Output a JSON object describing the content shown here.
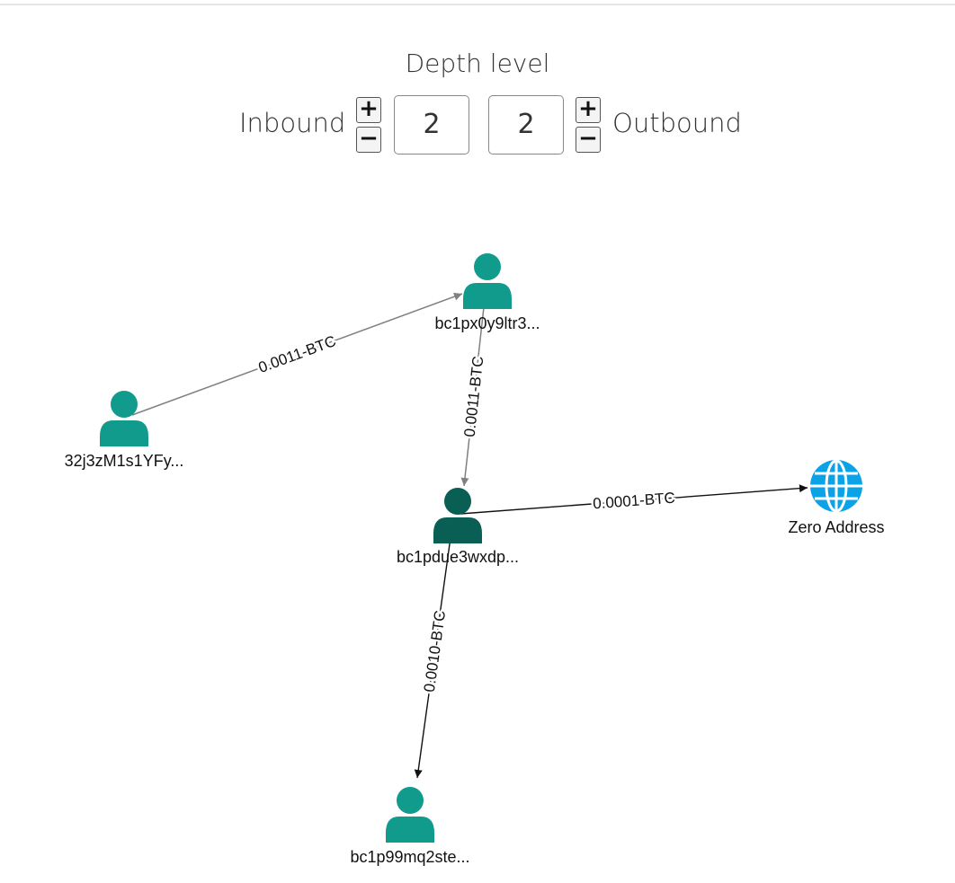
{
  "depth": {
    "title": "Depth level",
    "inbound_label": "Inbound",
    "outbound_label": "Outbound",
    "inbound_value": "2",
    "outbound_value": "2",
    "plus_symbol": "+",
    "minus_symbol": "−"
  },
  "graph": {
    "colors": {
      "node": "#119b8d",
      "node_selected": "#0a5f55",
      "external": "#0aa3e8",
      "edge_inbound": "#808080",
      "edge_outbound": "#111111"
    },
    "nodes": [
      {
        "id": "n1",
        "label": "32j3zM1s1YFy...",
        "kind": "person",
        "icon": "person-icon"
      },
      {
        "id": "n2",
        "label": "bc1px0y9ltr3...",
        "kind": "person",
        "icon": "person-icon"
      },
      {
        "id": "n3",
        "label": "bc1pdue3wxdp...",
        "kind": "person-selected",
        "icon": "person-icon"
      },
      {
        "id": "n4",
        "label": "Zero Address",
        "kind": "external",
        "icon": "globe-icon"
      },
      {
        "id": "n5",
        "label": "bc1p99mq2ste...",
        "kind": "person",
        "icon": "person-icon"
      }
    ],
    "edges": [
      {
        "from": "n1",
        "to": "n2",
        "label": "0.0011-BTC",
        "direction": "inbound"
      },
      {
        "from": "n2",
        "to": "n3",
        "label": "0.0011-BTC",
        "direction": "inbound"
      },
      {
        "from": "n3",
        "to": "n4",
        "label": "0.0001-BTC",
        "direction": "outbound"
      },
      {
        "from": "n3",
        "to": "n5",
        "label": "0.0010-BTC",
        "direction": "outbound"
      }
    ]
  }
}
